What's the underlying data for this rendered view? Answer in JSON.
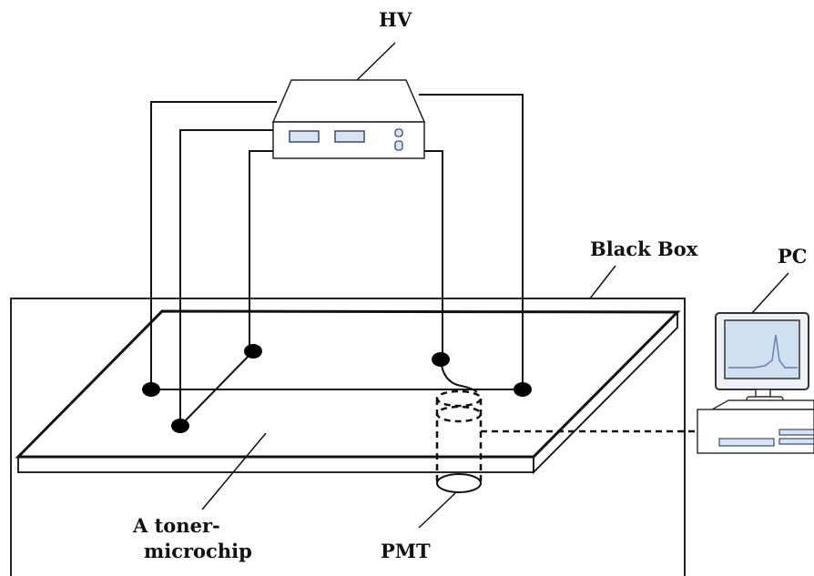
{
  "labels": {
    "hv": "HV",
    "black_box": "Black Box",
    "pc": "PC",
    "chip_line1": "A toner-",
    "chip_line2": "microchip",
    "pmt": "PMT"
  }
}
